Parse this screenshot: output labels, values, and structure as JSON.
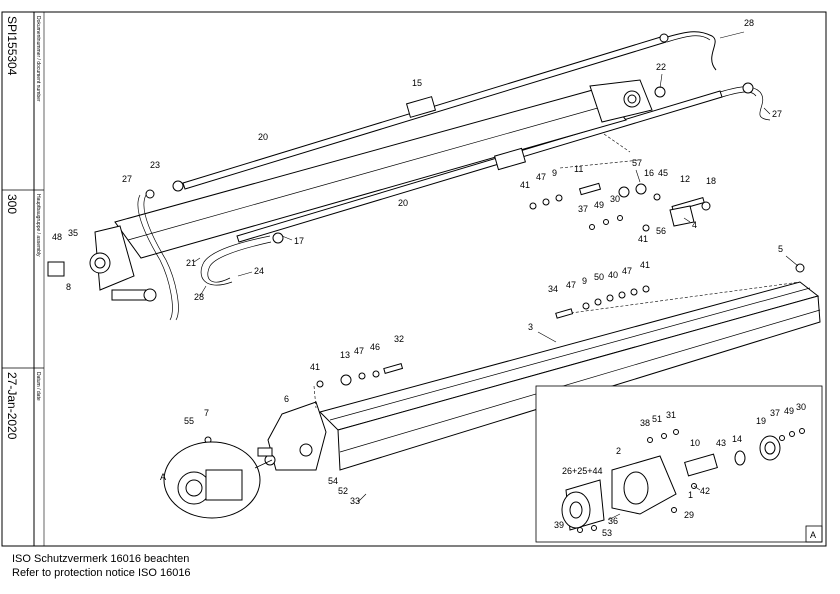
{
  "title_block": {
    "document_number": "SPI155304",
    "document_number_caption": "Dokumentnummer / document number",
    "assembly_group": "300",
    "assembly_group_caption": "Hauptbaugruppe / assembly",
    "date": "27-Jan-2020",
    "date_caption": "Datum / date"
  },
  "detail_view": {
    "callout_label": "A",
    "box_label": "A"
  },
  "part_labels": [
    {
      "id": "p28a",
      "text": "28"
    },
    {
      "id": "p22",
      "text": "22"
    },
    {
      "id": "p15",
      "text": "15"
    },
    {
      "id": "p27a",
      "text": "27"
    },
    {
      "id": "p20a",
      "text": "20"
    },
    {
      "id": "p23",
      "text": "23"
    },
    {
      "id": "p27b",
      "text": "27"
    },
    {
      "id": "p57",
      "text": "57"
    },
    {
      "id": "p11",
      "text": "11"
    },
    {
      "id": "p16",
      "text": "16"
    },
    {
      "id": "p41a",
      "text": "41"
    },
    {
      "id": "p47a",
      "text": "47"
    },
    {
      "id": "p9a",
      "text": "9"
    },
    {
      "id": "p45",
      "text": "45"
    },
    {
      "id": "p12",
      "text": "12"
    },
    {
      "id": "p18",
      "text": "18"
    },
    {
      "id": "p20b",
      "text": "20"
    },
    {
      "id": "p30a",
      "text": "30"
    },
    {
      "id": "p37a",
      "text": "37"
    },
    {
      "id": "p49a",
      "text": "49"
    },
    {
      "id": "p4",
      "text": "4"
    },
    {
      "id": "p56",
      "text": "56"
    },
    {
      "id": "p41b",
      "text": "41"
    },
    {
      "id": "p48",
      "text": "48"
    },
    {
      "id": "p35",
      "text": "35"
    },
    {
      "id": "p17",
      "text": "17"
    },
    {
      "id": "p21",
      "text": "21"
    },
    {
      "id": "p24",
      "text": "24"
    },
    {
      "id": "p8",
      "text": "8"
    },
    {
      "id": "p28b",
      "text": "28"
    },
    {
      "id": "p5",
      "text": "5"
    },
    {
      "id": "p34",
      "text": "34"
    },
    {
      "id": "p47b",
      "text": "47"
    },
    {
      "id": "p9b",
      "text": "9"
    },
    {
      "id": "p50",
      "text": "50"
    },
    {
      "id": "p40",
      "text": "40"
    },
    {
      "id": "p47c",
      "text": "47"
    },
    {
      "id": "p41c",
      "text": "41"
    },
    {
      "id": "p3",
      "text": "3"
    },
    {
      "id": "p32",
      "text": "32"
    },
    {
      "id": "p13",
      "text": "13"
    },
    {
      "id": "p47d",
      "text": "47"
    },
    {
      "id": "p46",
      "text": "46"
    },
    {
      "id": "p41d",
      "text": "41"
    },
    {
      "id": "p6",
      "text": "6"
    },
    {
      "id": "p55",
      "text": "55"
    },
    {
      "id": "p7",
      "text": "7"
    },
    {
      "id": "p38",
      "text": "38"
    },
    {
      "id": "p51",
      "text": "51"
    },
    {
      "id": "p31",
      "text": "31"
    },
    {
      "id": "p19",
      "text": "19"
    },
    {
      "id": "p37b",
      "text": "37"
    },
    {
      "id": "p49b",
      "text": "49"
    },
    {
      "id": "p30b",
      "text": "30"
    },
    {
      "id": "p2",
      "text": "2"
    },
    {
      "id": "p10",
      "text": "10"
    },
    {
      "id": "p43",
      "text": "43"
    },
    {
      "id": "p14",
      "text": "14"
    },
    {
      "id": "p26",
      "text": "26+25+44"
    },
    {
      "id": "p42",
      "text": "42"
    },
    {
      "id": "p1",
      "text": "1"
    },
    {
      "id": "p54",
      "text": "54"
    },
    {
      "id": "p52",
      "text": "52"
    },
    {
      "id": "p33",
      "text": "33"
    },
    {
      "id": "p29",
      "text": "29"
    },
    {
      "id": "p36",
      "text": "36"
    },
    {
      "id": "p39",
      "text": "39"
    },
    {
      "id": "p53",
      "text": "53"
    }
  ],
  "notice": {
    "de": "ISO Schutzvermerk 16016 beachten",
    "en": "Refer to protection notice ISO 16016"
  }
}
